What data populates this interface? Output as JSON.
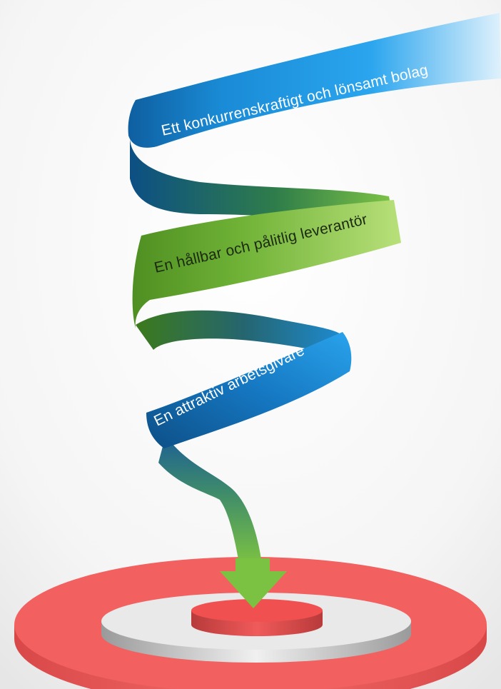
{
  "diagram": {
    "ribbons": [
      {
        "label": "Ett konkurrenskraftigt och lönsamt bolag",
        "color": "#1a9ae0"
      },
      {
        "label": "En hållbar och pålitlig leverantör",
        "color": "#8ac43f"
      },
      {
        "label": "En attraktiv arbetsgivare",
        "color": "#1a8fd8"
      }
    ],
    "target": {
      "outer_color": "#f26060",
      "middle_color": "#e9e9e9",
      "inner_color": "#f05050"
    },
    "arrow_color": "#7cc242"
  }
}
